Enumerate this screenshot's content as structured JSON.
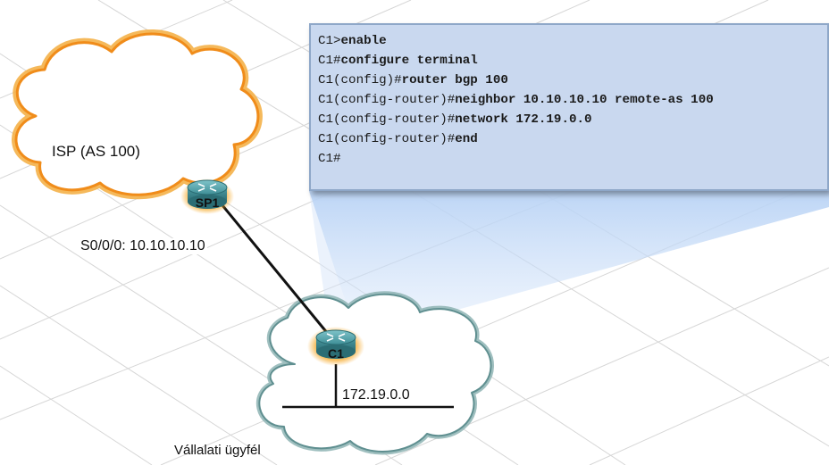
{
  "diagram": {
    "isp_cloud_label": "ISP (AS 100)",
    "customer_label": "Vállalati ügyfél",
    "link_label": "S0/0/0: 10.10.10.10",
    "network_label": "172.19.0.0",
    "routers": {
      "sp1": "SP1",
      "c1": "C1"
    }
  },
  "terminal": {
    "lines": [
      {
        "prompt": "C1>",
        "command": "enable"
      },
      {
        "prompt": "C1#",
        "command": "configure terminal"
      },
      {
        "prompt": "C1(config)#",
        "command": "router bgp 100"
      },
      {
        "prompt": "C1(config-router)#",
        "command": "neighbor 10.10.10.10 remote-as 100"
      },
      {
        "prompt": "C1(config-router)#",
        "command": "network 172.19.0.0"
      },
      {
        "prompt": "C1(config-router)#",
        "command": "end"
      },
      {
        "prompt": "C1#",
        "command": ""
      }
    ]
  },
  "colors": {
    "isp_cloud_glow": "#f5a623",
    "customer_cloud_outline": "#7ea7a7",
    "terminal_bg": "#c9d8ef",
    "router_body": "#3f8f97"
  }
}
